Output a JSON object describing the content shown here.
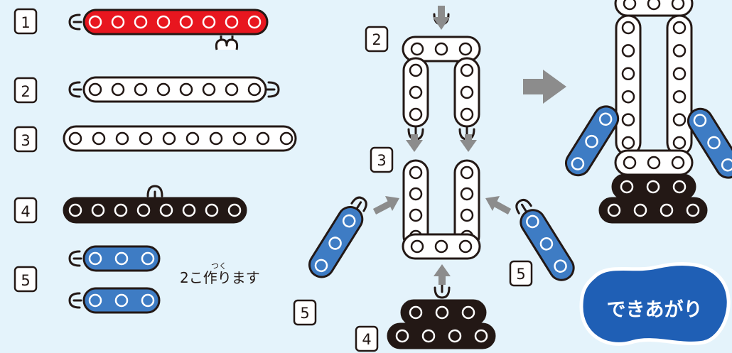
{
  "steps": [
    {
      "number": "1",
      "color": "red"
    },
    {
      "number": "2",
      "color": "white"
    },
    {
      "number": "3",
      "color": "white"
    },
    {
      "number": "4",
      "color": "black"
    },
    {
      "number": "5",
      "color": "blue"
    }
  ],
  "note": {
    "furigana": "つく",
    "text": "2こ作ります"
  },
  "assembly_labels": {
    "step2": "2",
    "step3": "3",
    "step4": "4",
    "step5_left": "5",
    "step5_right": "5"
  },
  "badge": {
    "text": "できあがり",
    "color": "#1f5fb5"
  },
  "colors": {
    "background": "#e4f3fb",
    "red": "#e8161f",
    "white": "#ffffff",
    "black": "#231815",
    "blue": "#3e7cc4",
    "arrow": "#8c8c8c",
    "outline": "#231815"
  },
  "icons": [
    "chain-link",
    "snap-hook",
    "arrow-down",
    "arrow-right",
    "arrow-diagonal"
  ]
}
